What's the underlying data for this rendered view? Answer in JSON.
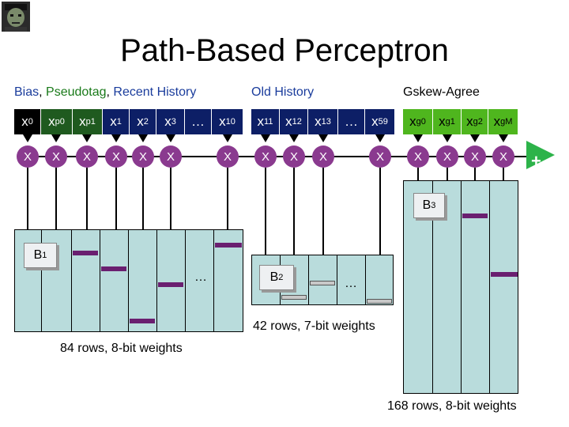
{
  "title": "Path-Based Perceptron",
  "headers": {
    "bias": "Bias",
    "sep1": ", ",
    "pseudotag": "Pseudotag",
    "sep2": ", ",
    "recent": "Recent History",
    "old": "Old History",
    "gskew": "Gskew-Agree"
  },
  "inputs": {
    "group1": [
      {
        "base": "x",
        "sub": "0"
      },
      {
        "base": "x",
        "sub": "p0"
      },
      {
        "base": "x",
        "sub": "p1"
      },
      {
        "base": "x",
        "sub": "1"
      },
      {
        "base": "x",
        "sub": "2"
      },
      {
        "base": "x",
        "sub": "3"
      },
      {
        "base": "…",
        "sub": ""
      },
      {
        "base": "x",
        "sub": "10"
      }
    ],
    "group2": [
      {
        "base": "x",
        "sub": "11"
      },
      {
        "base": "x",
        "sub": "12"
      },
      {
        "base": "x",
        "sub": "13"
      },
      {
        "base": "…",
        "sub": ""
      },
      {
        "base": "x",
        "sub": "59"
      }
    ],
    "group3": [
      {
        "base": "x",
        "sub": "g0"
      },
      {
        "base": "x",
        "sub": "g1"
      },
      {
        "base": "x",
        "sub": "g2"
      },
      {
        "base": "x",
        "sub": "gM"
      }
    ]
  },
  "multiplier_label": "X",
  "sum_label": "+",
  "tables": {
    "b1": {
      "label": "B",
      "sub": "1",
      "dots": "…",
      "caption": "84 rows, 8-bit weights"
    },
    "b2": {
      "label": "B",
      "sub": "2",
      "dots": "…",
      "caption": "42 rows, 7-bit weights"
    },
    "b3": {
      "label": "B",
      "sub": "3",
      "caption": "168 rows, 8-bit weights"
    }
  },
  "colors": {
    "multiplier": "#8a3a8f",
    "table_fill": "#b9dcdc",
    "marker": "#6a1f70",
    "sum": "#2db34a"
  }
}
